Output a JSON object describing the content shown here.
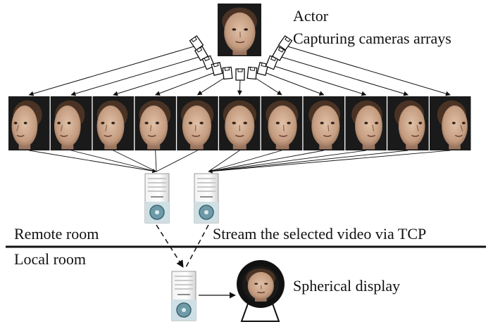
{
  "labels": {
    "actor": "Actor",
    "cameras": "Capturing cameras arrays",
    "remote_room": "Remote room",
    "stream": "Stream the selected video via TCP",
    "local_room": "Local room",
    "spherical_display": "Spherical display"
  },
  "views": {
    "count": 11,
    "face_turn": [
      -0.9,
      -0.75,
      -0.55,
      -0.35,
      -0.15,
      0.0,
      0.15,
      0.35,
      0.55,
      0.75,
      0.9
    ]
  },
  "colors": {
    "line": "#111111",
    "skin": "#c9a58a",
    "hair": "#4a3324",
    "photo_bg": "#1a1a1a",
    "server_disc": "#6e9aa8"
  },
  "icons": [
    "face-photo",
    "camera-icon",
    "server-icon",
    "spherical-display-icon",
    "arrow-icon"
  ]
}
